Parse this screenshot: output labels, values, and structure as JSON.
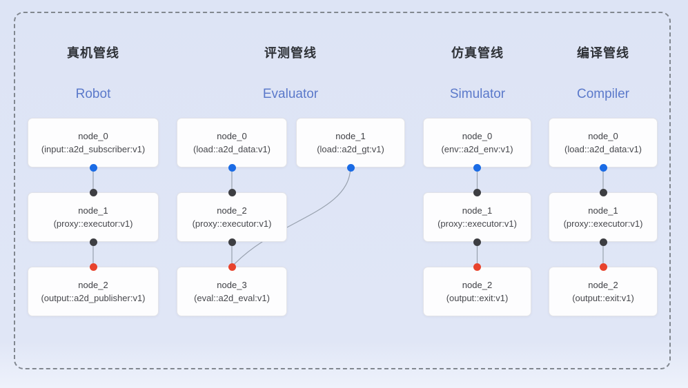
{
  "diagram_title": "pipeline-overview",
  "pipelines": [
    {
      "title_cn": "真机管线",
      "title_en": "Robot",
      "nodes": [
        {
          "id": "node_0",
          "label": "node_0",
          "sublabel": "(input::a2d_subscriber:v1)",
          "row": 0,
          "col": 0,
          "ports": {
            "bottom": "blue"
          }
        },
        {
          "id": "node_1",
          "label": "node_1",
          "sublabel": "(proxy::executor:v1)",
          "row": 1,
          "col": 0,
          "ports": {
            "top": "dark",
            "bottom": "dark"
          }
        },
        {
          "id": "node_2",
          "label": "node_2",
          "sublabel": "(output::a2d_publisher:v1)",
          "row": 2,
          "col": 0,
          "ports": {
            "top": "red"
          }
        }
      ],
      "edges": [
        {
          "from": "node_0",
          "to": "node_1",
          "shape": "line"
        },
        {
          "from": "node_1",
          "to": "node_2",
          "shape": "line"
        }
      ]
    },
    {
      "title_cn": "评测管线",
      "title_en": "Evaluator",
      "nodes": [
        {
          "id": "node_0",
          "label": "node_0",
          "sublabel": "(load::a2d_data:v1)",
          "row": 0,
          "col": 0,
          "ports": {
            "bottom": "blue"
          }
        },
        {
          "id": "node_1",
          "label": "node_1",
          "sublabel": "(load::a2d_gt:v1)",
          "row": 0,
          "col": 1,
          "ports": {
            "bottom": "blue"
          }
        },
        {
          "id": "node_2",
          "label": "node_2",
          "sublabel": "(proxy::executor:v1)",
          "row": 1,
          "col": 0,
          "ports": {
            "top": "dark",
            "bottom": "dark"
          }
        },
        {
          "id": "node_3",
          "label": "node_3",
          "sublabel": "(eval::a2d_eval:v1)",
          "row": 2,
          "col": 0,
          "ports": {
            "top": "red"
          }
        }
      ],
      "edges": [
        {
          "from": "node_0",
          "to": "node_2",
          "shape": "line"
        },
        {
          "from": "node_2",
          "to": "node_3",
          "shape": "line"
        },
        {
          "from": "node_1",
          "to": "node_3",
          "shape": "curve"
        }
      ]
    },
    {
      "title_cn": "仿真管线",
      "title_en": "Simulator",
      "nodes": [
        {
          "id": "node_0",
          "label": "node_0",
          "sublabel": "(env::a2d_env:v1)",
          "row": 0,
          "col": 0,
          "ports": {
            "bottom": "blue"
          }
        },
        {
          "id": "node_1",
          "label": "node_1",
          "sublabel": "(proxy::executor:v1)",
          "row": 1,
          "col": 0,
          "ports": {
            "top": "dark",
            "bottom": "dark"
          }
        },
        {
          "id": "node_2",
          "label": "node_2",
          "sublabel": "(output::exit:v1)",
          "row": 2,
          "col": 0,
          "ports": {
            "top": "red"
          }
        }
      ],
      "edges": [
        {
          "from": "node_0",
          "to": "node_1",
          "shape": "line"
        },
        {
          "from": "node_1",
          "to": "node_2",
          "shape": "line"
        }
      ]
    },
    {
      "title_cn": "编译管线",
      "title_en": "Compiler",
      "nodes": [
        {
          "id": "node_0",
          "label": "node_0",
          "sublabel": "(load::a2d_data:v1)",
          "row": 0,
          "col": 0,
          "ports": {
            "bottom": "blue"
          }
        },
        {
          "id": "node_1",
          "label": "node_1",
          "sublabel": "(proxy::executor:v1)",
          "row": 1,
          "col": 0,
          "ports": {
            "top": "dark",
            "bottom": "dark"
          }
        },
        {
          "id": "node_2",
          "label": "node_2",
          "sublabel": "(output::exit:v1)",
          "row": 2,
          "col": 0,
          "ports": {
            "top": "red"
          }
        }
      ],
      "edges": [
        {
          "from": "node_0",
          "to": "node_1",
          "shape": "line"
        },
        {
          "from": "node_1",
          "to": "node_2",
          "shape": "line"
        }
      ]
    }
  ],
  "colors": {
    "background": "#dfe5f6",
    "frame_border": "#81878f",
    "node_bg": "#fdfdfe",
    "node_border": "#e2e3e8",
    "edge": "#98a1ae",
    "port_blue": "#1a6be5",
    "port_dark": "#3d3e42",
    "port_red": "#e8432d",
    "title_cn_color": "#2e3136",
    "title_en_color": "#5b79ca",
    "node_text": "#3f4045"
  }
}
